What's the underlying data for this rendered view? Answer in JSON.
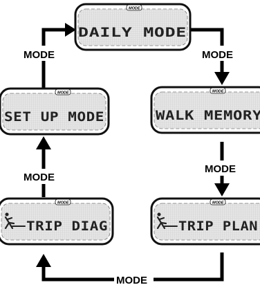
{
  "screens": {
    "daily": {
      "text": "DAILY MODE",
      "badge": "MODE"
    },
    "setup": {
      "text": "SET UP MODE",
      "badge": "MODE"
    },
    "walk": {
      "text": "WALK MEMORY",
      "badge": "MODE"
    },
    "trip_diag": {
      "text": "TRIP DIAG",
      "badge": "MODE",
      "icon": "walking-person-icon"
    },
    "trip_plan": {
      "text": "TRIP PLAN",
      "badge": "MODE",
      "icon": "walking-person-icon"
    }
  },
  "transitions": {
    "top_left": "MODE",
    "top_right": "MODE",
    "left_middle": "MODE",
    "right_middle": "MODE",
    "bottom": "MODE"
  },
  "colors": {
    "lcd_fill": "#e6e6e6",
    "lcd_grid": "#c9c9c9",
    "frame": "#111111",
    "arrow": "#000000"
  }
}
